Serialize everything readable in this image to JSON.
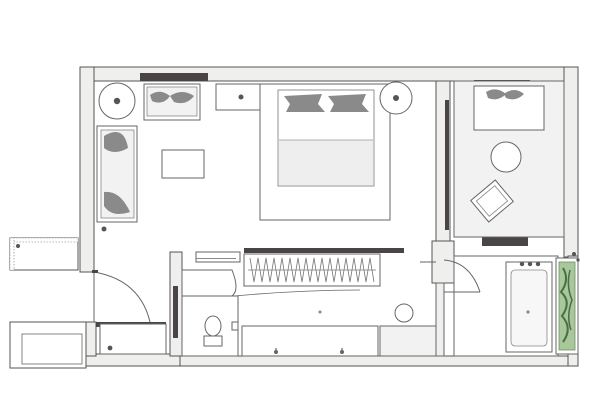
{
  "diagram": {
    "type": "floor-plan",
    "description_text": "",
    "colors": {
      "wall": "#efefed",
      "wall_stroke": "#555555",
      "dark_accent": "#4a4444",
      "floor_tint": "#f2f2f2",
      "furniture_fill": "#eeeeee",
      "pillow": "#8a8a8a",
      "stroke": "#666666",
      "planter": "#8ab37e"
    },
    "rooms": [
      "living-area",
      "bedroom-area",
      "reading-nook",
      "bathroom",
      "toilet",
      "entry",
      "closet",
      "terrace"
    ],
    "furniture": [
      "sofa",
      "armchair",
      "coffee-table",
      "bed",
      "nightstand-lamp",
      "desk-chair",
      "round-side-table",
      "bathtub",
      "toilet-bowl",
      "vanity-sinks",
      "wardrobe-rail",
      "planter",
      "side-lamps"
    ],
    "icons": {
      "lamp": "circle-with-dot",
      "pillow": "leaf-shape",
      "hanger": "zigzag-line"
    }
  }
}
